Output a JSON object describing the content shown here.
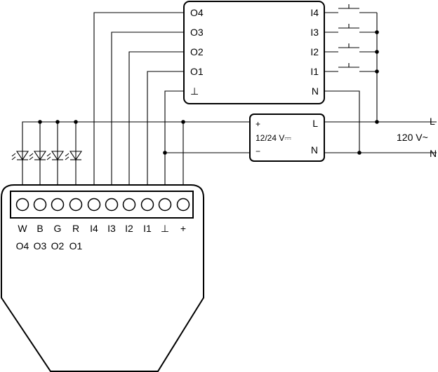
{
  "relay": {
    "outputs": [
      "O4",
      "O3",
      "O2",
      "O1",
      "⊥"
    ],
    "inputs": [
      "I4",
      "I3",
      "I2",
      "I1",
      "N"
    ]
  },
  "power_supply": {
    "plus": "+",
    "minus": "−",
    "voltage": "12/24 V⎓",
    "L": "L",
    "N": "N"
  },
  "mains": {
    "L": "L",
    "N": "N",
    "voltage": "120 V~"
  },
  "controller": {
    "terminals": [
      "W",
      "B",
      "G",
      "R",
      "I4",
      "I3",
      "I2",
      "I1",
      "⊥",
      "+"
    ],
    "output_labels": [
      "O4",
      "O3",
      "O2",
      "O1"
    ]
  }
}
